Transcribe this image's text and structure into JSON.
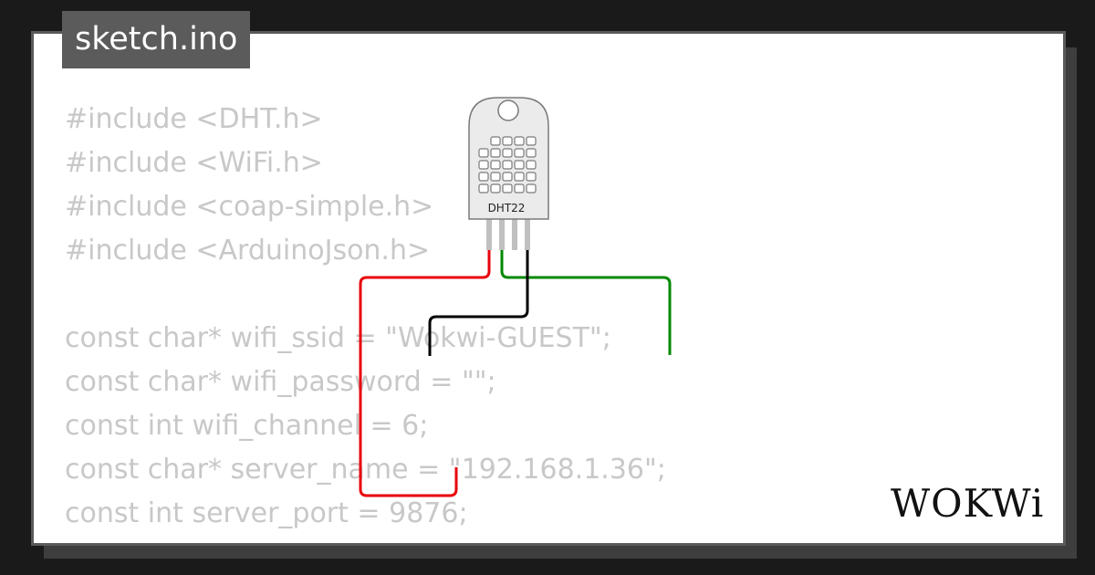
{
  "tab": {
    "title": "sketch.ino"
  },
  "code_lines": [
    "#include <DHT.h>",
    "#include <WiFi.h>",
    "#include <coap-simple.h>",
    "#include <ArduinoJson.h>",
    "",
    "const char* wifi_ssid = \"Wokwi-GUEST\";",
    "const char* wifi_password = \"\";",
    "const int wifi_channel = 6;",
    "const char* server_name = \"192.168.1.36\";",
    "const int server_port = 9876;"
  ],
  "sensor": {
    "label": "DHT22"
  },
  "logo": {
    "text": "WOKWi"
  },
  "colors": {
    "code_text": "#c8c8c8",
    "tab_background": "#5b5b5b",
    "wire_vcc": "#e8000b",
    "wire_data": "#008a00",
    "wire_gnd": "#000000"
  }
}
